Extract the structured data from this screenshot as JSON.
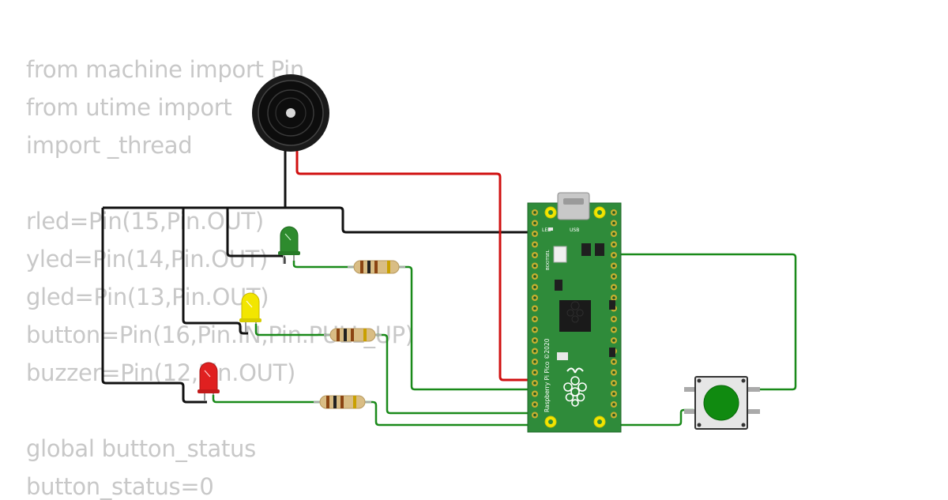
{
  "code": {
    "lines": [
      "from machine import Pin",
      "from utime import",
      "import _thread",
      "",
      "rled=Pin(15,Pin.OUT)",
      "yled=Pin(14,Pin.OUT)",
      "gled=Pin(13,Pin.OUT)",
      "button=Pin(16,Pin.IN,Pin.PULL_UP)",
      "buzzer=Pin(12,Pin.OUT)",
      "",
      "global button_status",
      "button_status=0"
    ]
  },
  "board": {
    "name_label": "Raspberry Pi Pico ©2020",
    "led_label": "LED",
    "usb_label": "USB",
    "bootsel_label": "BOOTSEL"
  },
  "colors": {
    "wire_black": "#111111",
    "wire_red": "#d01010",
    "wire_green": "#1a8a1a",
    "board_green": "#2f8b3a",
    "led_green": "#2e8b2e",
    "led_yellow": "#f2e600",
    "led_red": "#e02020",
    "button_cap": "#108a10"
  },
  "icons": [
    "buzzer-icon",
    "led-icon",
    "resistor-icon",
    "pushbutton-icon",
    "raspberry-logo-icon"
  ]
}
